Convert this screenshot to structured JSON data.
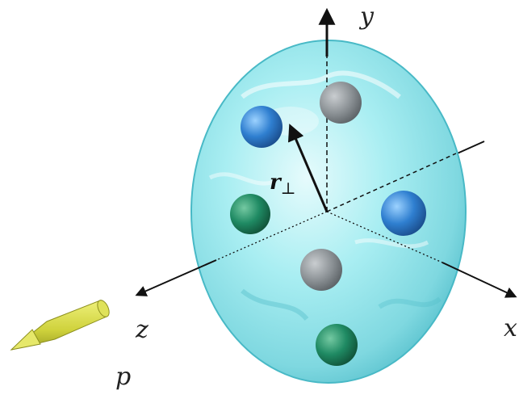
{
  "labels": {
    "y_axis": "y",
    "x_axis": "x",
    "z_axis": "z",
    "momentum": "p",
    "transverse_vector": "r",
    "transverse_subscript": "⊥"
  },
  "colors": {
    "ellipsoid": "#8fe4ea",
    "ellipsoid_edge": "#3fb6c4",
    "arrow_body": "#d7d94a",
    "axis": "#111111",
    "particle_blue": "#2f7fd0",
    "particle_green": "#1f8a63",
    "particle_gray": "#8a9094"
  },
  "particles": [
    {
      "color": "gray"
    },
    {
      "color": "blue"
    },
    {
      "color": "green"
    },
    {
      "color": "blue"
    },
    {
      "color": "gray"
    },
    {
      "color": "green"
    }
  ]
}
